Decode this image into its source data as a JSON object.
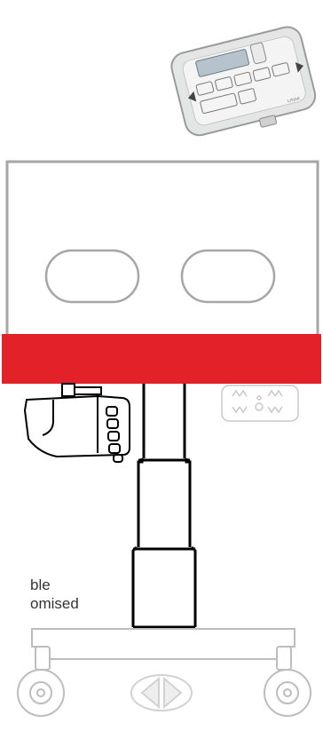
{
  "caption": {
    "line1": "ble",
    "line2": "omised"
  },
  "controller": {
    "brand": "LINAK",
    "display_text": ""
  },
  "colors": {
    "frame_outline": "#a6a6a6",
    "cabinet_fill": "#ffffff",
    "red_band": "#e32128",
    "column": "#000000",
    "base": "#bdbdbd",
    "caption_text": "#333333"
  },
  "icons": {
    "control_box": "control-box-icon",
    "hand_control": "hand-control-icon",
    "foot_switch": "foot-switch-icon",
    "castor": "castor-wheel-icon"
  }
}
